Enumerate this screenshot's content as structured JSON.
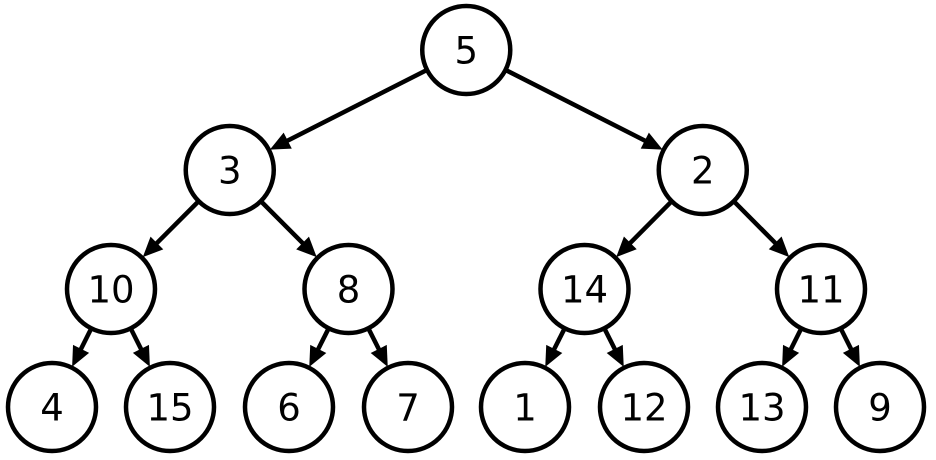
{
  "diagram": {
    "type": "binary-tree",
    "colors": {
      "stroke": "#000000",
      "fill": "#ffffff",
      "text": "#000000"
    },
    "nodes": [
      {
        "id": "n5",
        "label": "5"
      },
      {
        "id": "n3",
        "label": "3"
      },
      {
        "id": "n2",
        "label": "2"
      },
      {
        "id": "n10",
        "label": "10"
      },
      {
        "id": "n8",
        "label": "8"
      },
      {
        "id": "n14",
        "label": "14"
      },
      {
        "id": "n11",
        "label": "11"
      },
      {
        "id": "n4",
        "label": "4"
      },
      {
        "id": "n15",
        "label": "15"
      },
      {
        "id": "n6",
        "label": "6"
      },
      {
        "id": "n7",
        "label": "7"
      },
      {
        "id": "n1",
        "label": "1"
      },
      {
        "id": "n12",
        "label": "12"
      },
      {
        "id": "n13",
        "label": "13"
      },
      {
        "id": "n9",
        "label": "9"
      }
    ],
    "edges": [
      {
        "from": "n5",
        "to": "n3"
      },
      {
        "from": "n5",
        "to": "n2"
      },
      {
        "from": "n3",
        "to": "n10"
      },
      {
        "from": "n3",
        "to": "n8"
      },
      {
        "from": "n2",
        "to": "n14"
      },
      {
        "from": "n2",
        "to": "n11"
      },
      {
        "from": "n10",
        "to": "n4"
      },
      {
        "from": "n10",
        "to": "n15"
      },
      {
        "from": "n8",
        "to": "n6"
      },
      {
        "from": "n8",
        "to": "n7"
      },
      {
        "from": "n14",
        "to": "n1"
      },
      {
        "from": "n14",
        "to": "n12"
      },
      {
        "from": "n11",
        "to": "n13"
      },
      {
        "from": "n11",
        "to": "n9"
      }
    ]
  }
}
